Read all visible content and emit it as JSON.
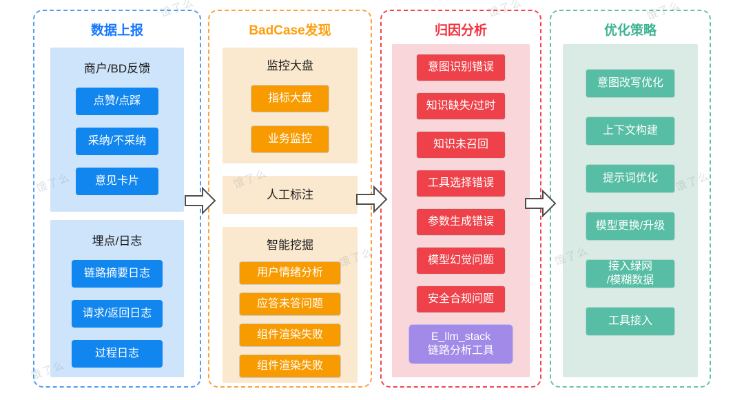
{
  "watermark_text": "饿了么",
  "colors": {
    "stage1_accent": "#1677ff",
    "stage1_node": "#1186ef",
    "stage1_panel": "#cde4fa",
    "stage2_accent": "#ff9e0d",
    "stage2_node": "#f89b00",
    "stage2_panel": "#fbe9cf",
    "stage3_accent": "#f2333f",
    "stage3_node": "#ef4149",
    "stage3_panel": "#f8d6d9",
    "stage4_accent": "#3fb393",
    "stage4_node": "#57bda4",
    "stage4_panel": "#d9ebe4",
    "tool_node": "#a18ae8",
    "arrow_outline": "#4d4d4d"
  },
  "columns": [
    {
      "title": "数据上报",
      "groups": [
        {
          "header": "商户/BD反馈",
          "items": [
            "点赞/点踩",
            "采纳/不采纳",
            "意见卡片"
          ]
        },
        {
          "header": "埋点/日志",
          "items": [
            "链路摘要日志",
            "请求/返回日志",
            "过程日志"
          ]
        }
      ]
    },
    {
      "title": "BadCase发现",
      "groups": [
        {
          "header": "监控大盘",
          "items": [
            "指标大盘",
            "业务监控"
          ]
        },
        {
          "header": "人工标注",
          "items": []
        },
        {
          "header": "智能挖掘",
          "items": [
            "用户情绪分析",
            "应答未答问题",
            "组件渲染失败",
            "组件渲染失败"
          ]
        }
      ]
    },
    {
      "title": "归因分析",
      "groups": [
        {
          "header": "",
          "items": [
            "意图识别错误",
            "知识缺失/过时",
            "知识未召回",
            "工具选择错误",
            "参数生成错误",
            "模型幻觉问题",
            "安全合规问题"
          ],
          "tool_item": "E_llm_stack\n链路分析工具"
        }
      ]
    },
    {
      "title": "优化策略",
      "groups": [
        {
          "header": "",
          "items": [
            "意图改写优化",
            "上下文构建",
            "提示词优化",
            "模型更换/升级",
            "接入绿网\n/模糊数据",
            "工具接入"
          ]
        }
      ]
    }
  ]
}
